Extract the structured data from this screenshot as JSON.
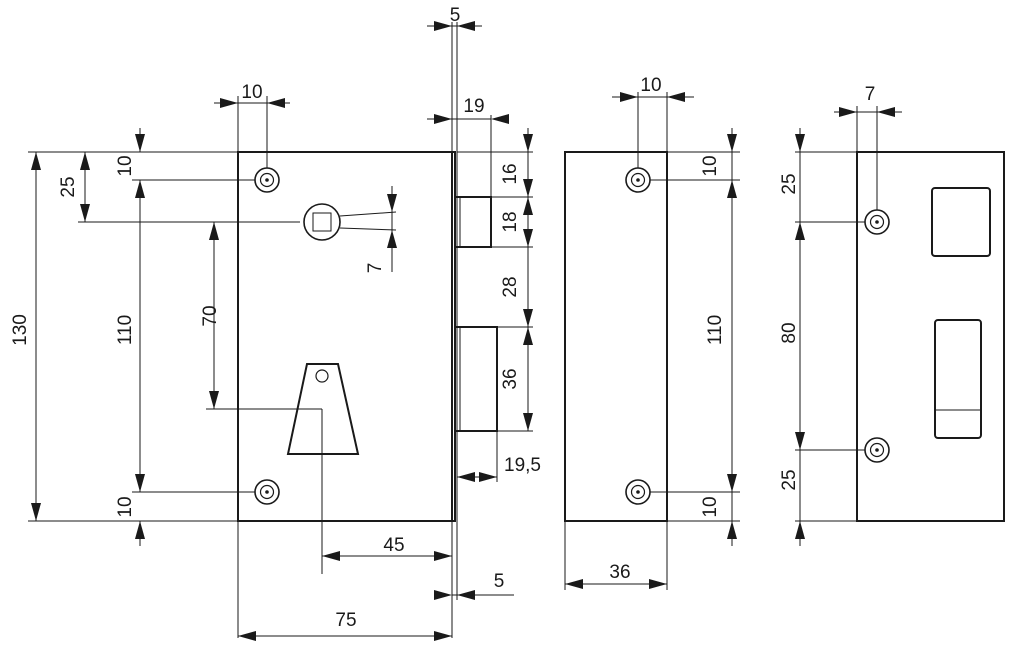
{
  "dimensions": {
    "top_gap_5": "5",
    "screw_spacing_10": "10",
    "bolt_width_19": "19",
    "edge_16": "16",
    "bolt_18": "18",
    "gap_28": "28",
    "latch_36": "36",
    "offset_7_body": "7",
    "left_25": "25",
    "left_10_top": "10",
    "left_110": "110",
    "left_70": "70",
    "overall_130": "130",
    "left_10_bottom": "10",
    "latch_offset_19_5": "19,5",
    "keyhole_45": "45",
    "bottom_gap_5": "5",
    "body_width_75": "75",
    "front_10_top": "10",
    "front_hole_10": "10",
    "front_110": "110",
    "front_10_bottom": "10",
    "front_width_36": "36",
    "strike_7": "7",
    "strike_25_top": "25",
    "strike_80": "80",
    "strike_25_bottom": "25"
  }
}
